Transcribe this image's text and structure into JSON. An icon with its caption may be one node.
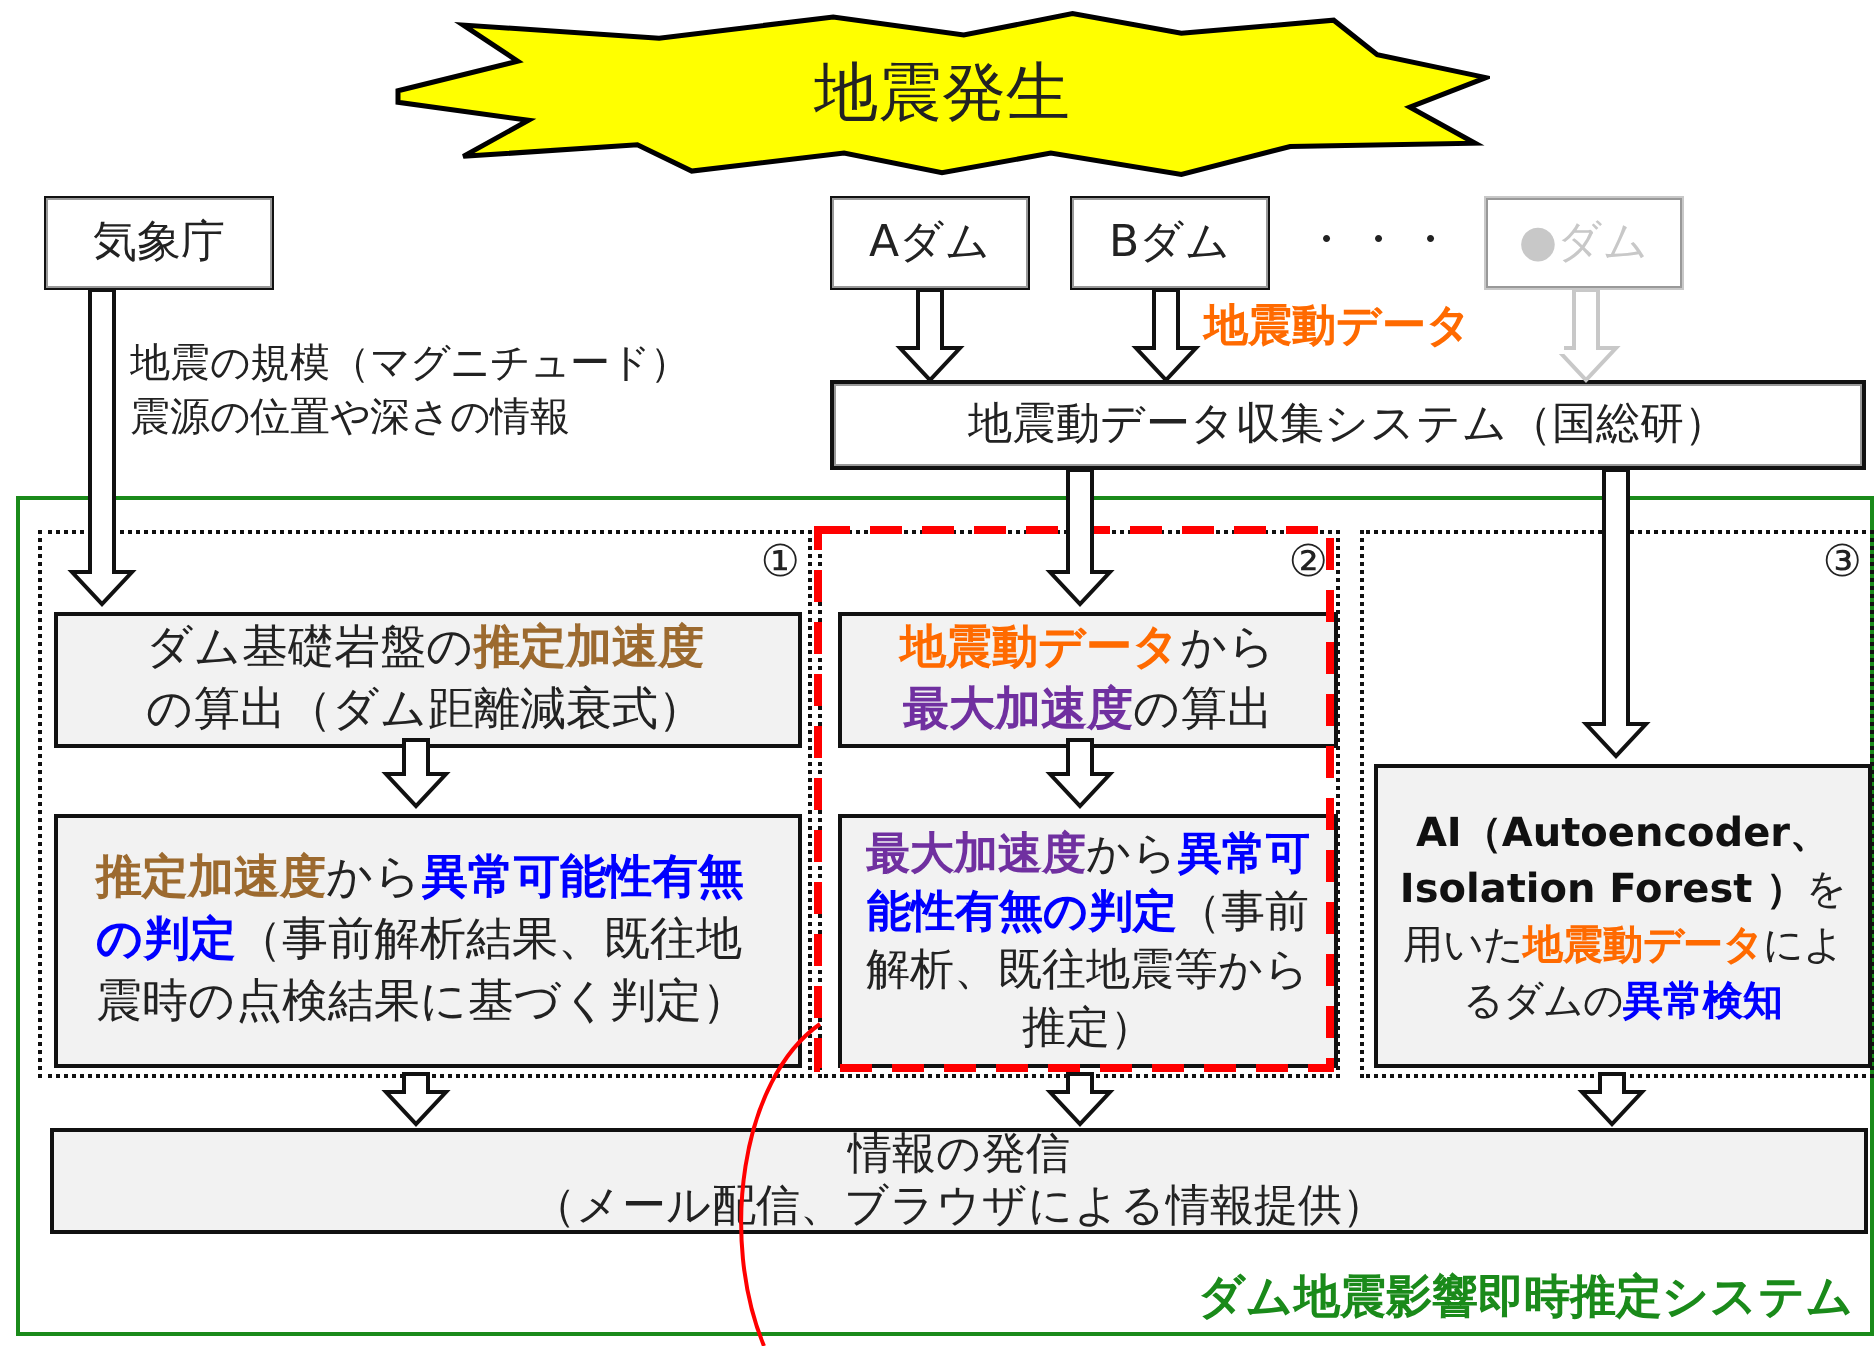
{
  "diagram": {
    "nodes": [
      {
        "text": [
          "地震発生"
        ]
      },
      {
        "text": [
          "気象庁"
        ]
      },
      {
        "text": [
          "Aダム"
        ]
      },
      {
        "text": [
          "Bダム"
        ]
      },
      {
        "text": [
          "●ダム"
        ]
      },
      {
        "text": [
          "地震動データ収集システム（国総研）"
        ]
      },
      {
        "text": [
          "ダム地震影響即時推定システム"
        ]
      },
      {
        "text": [
          "①"
        ],
        "in": 6
      },
      {
        "text": [
          "ダム基礎岩盤の**推定加速度**の算出（ダム距離減衰式）"
        ],
        "in": 7
      },
      {
        "text": [
          "**推定加速度**から**異常可能性有無の判定**（事前解析結果、既往地震時の点検結果に基づく判定）"
        ],
        "in": 7
      },
      {
        "text": [
          "②"
        ],
        "in": 6
      },
      {
        "text": [
          "**地震動データ**から**最大加速度**の算出"
        ],
        "in": 10
      },
      {
        "text": [
          "**最大加速度**から**異常可能性有無の判定**（事前解析、既往地震等から推定）"
        ],
        "in": 10
      },
      {
        "text": [
          "③"
        ],
        "in": 6
      },
      {
        "text": [
          "**AI（Autoencoder、Isolation Forest ）**を用いた**地震動データ**によるダムの**異常検知**"
        ],
        "in": 13
      },
      {
        "text": [
          "情報の発信",
          "（メール配信、ブラウザによる情報提供）"
        ],
        "in": 6
      }
    ],
    "edges": [
      {
        "from": 1,
        "to": 8,
        "arrow": "to",
        "label": "地震の規模（マグニチュード）震源の位置や深さの情報"
      },
      {
        "from": 2,
        "to": 5,
        "arrow": "to"
      },
      {
        "from": 3,
        "to": 5,
        "arrow": "to",
        "label": "地震動データ"
      },
      {
        "from": 4,
        "to": 5,
        "arrow": "to",
        "color": "#c8c8c8"
      },
      {
        "from": 5,
        "to": 11,
        "arrow": "to"
      },
      {
        "from": 5,
        "to": 14,
        "arrow": "to"
      },
      {
        "from": 8,
        "to": 9,
        "arrow": "to"
      },
      {
        "from": 11,
        "to": 12,
        "arrow": "to"
      },
      {
        "from": 7,
        "to": 15,
        "arrow": "to"
      },
      {
        "from": 10,
        "to": 15,
        "arrow": "to"
      },
      {
        "from": 13,
        "to": 15,
        "arrow": "to"
      }
    ],
    "labels": [
      "・・・"
    ]
  }
}
